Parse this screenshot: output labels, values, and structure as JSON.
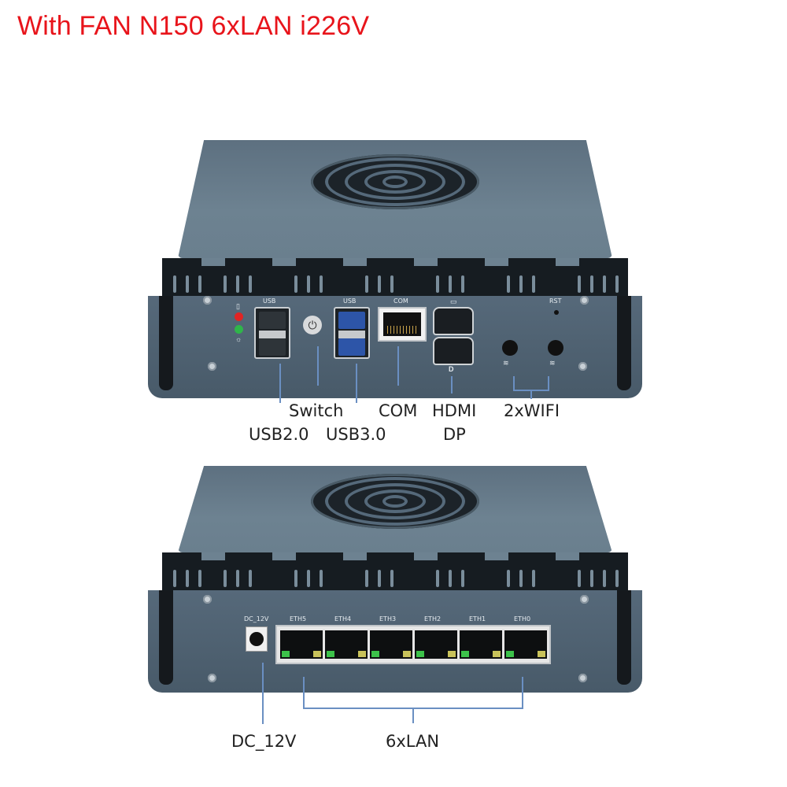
{
  "title": "With FAN N150 6xLAN i226V",
  "colors": {
    "title": "#e8141b",
    "callout_line": "#6a8fc2",
    "chassis": "#56697a"
  },
  "front_panel": {
    "port_labels": {
      "usb_left": "USB",
      "usb_right": "USB",
      "com": "COM",
      "rst": "RST"
    },
    "icons": [
      "hdd-led-icon",
      "power-led-icon",
      "power-button-icon",
      "hdmi-icon",
      "displayport-icon",
      "wifi-icon"
    ],
    "glyphs": {
      "power": "⏻",
      "wifi": "((·))",
      "dp": "D",
      "hdd": "▯",
      "sun": "☼"
    },
    "callouts": {
      "usb2": "USB2.0",
      "switch": "Switch",
      "usb3": "USB3.0",
      "com": "COM",
      "hdmi": "HDMI",
      "dp": "DP",
      "wifi": "2xWIFI"
    }
  },
  "rear_panel": {
    "port_labels": {
      "dc": "DC_12V",
      "eth": [
        "ETH5",
        "ETH4",
        "ETH3",
        "ETH2",
        "ETH1",
        "ETH0"
      ]
    },
    "callouts": {
      "dc": "DC_12V",
      "lan": "6xLAN"
    }
  }
}
